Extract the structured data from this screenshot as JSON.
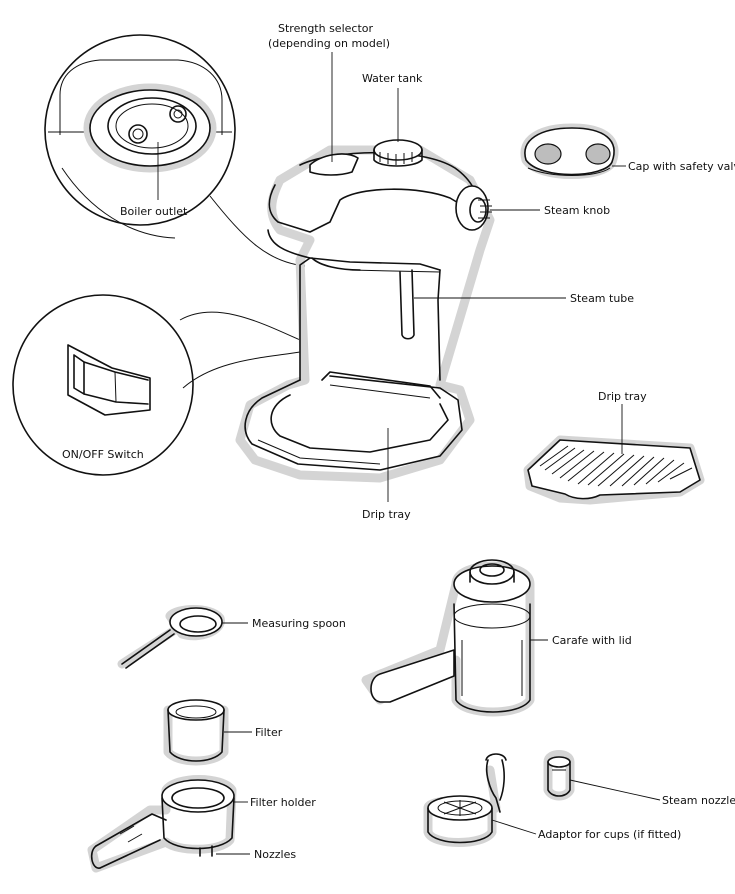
{
  "labels": {
    "strength_selector_line1": "Strength selector",
    "strength_selector_line2": "(depending on model)",
    "water_tank": "Water tank",
    "cap_with_safety_valve": "Cap with safety valve",
    "boiler_outlet": "Boiler outlet",
    "steam_knob": "Steam knob",
    "steam_tube": "Steam tube",
    "on_off_switch": "ON/OFF Switch",
    "drip_tray_main": "Drip tray",
    "drip_tray_detached": "Drip tray",
    "measuring_spoon": "Measuring spoon",
    "carafe_with_lid": "Carafe with lid",
    "filter": "Filter",
    "filter_holder": "Filter holder",
    "nozzles": "Nozzles",
    "steam_nozzle": "Steam nozzle",
    "adaptor_for_cups": "Adaptor for cups (if fitted)"
  },
  "colors": {
    "ink": "#111111",
    "halo": "#d4d4d4",
    "background": "#ffffff"
  }
}
